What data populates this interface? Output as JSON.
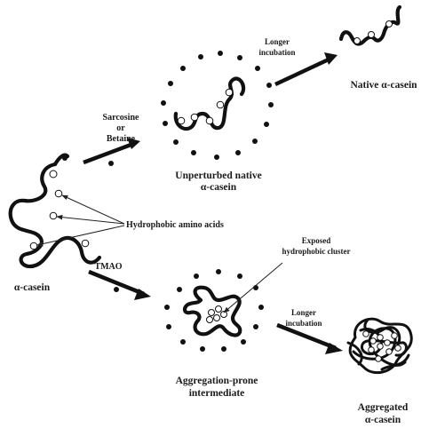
{
  "labels": {
    "sarcosine_or_betaine": [
      "Sarcosine",
      "or",
      "Betaine"
    ],
    "longer_incubation_top": [
      "Longer",
      "incubation"
    ],
    "native_alpha_casein": "Native α-casein",
    "unperturbed": [
      "Unperturbed native",
      "α-casein"
    ],
    "hydrophobic_amino_acids": "Hydrophobic amino acids",
    "alpha_casein": "α-casein",
    "tmao": "TMAO",
    "exposed_cluster": [
      "Exposed",
      "hydrophobic cluster"
    ],
    "longer_incubation_bottom": [
      "Longer",
      "incubation"
    ],
    "aggregation_prone": [
      "Aggregation-prone",
      "intermediate"
    ],
    "aggregated": [
      "Aggregated",
      "α-casein"
    ]
  },
  "colors": {
    "ink": "#111111",
    "background": "#ffffff"
  }
}
